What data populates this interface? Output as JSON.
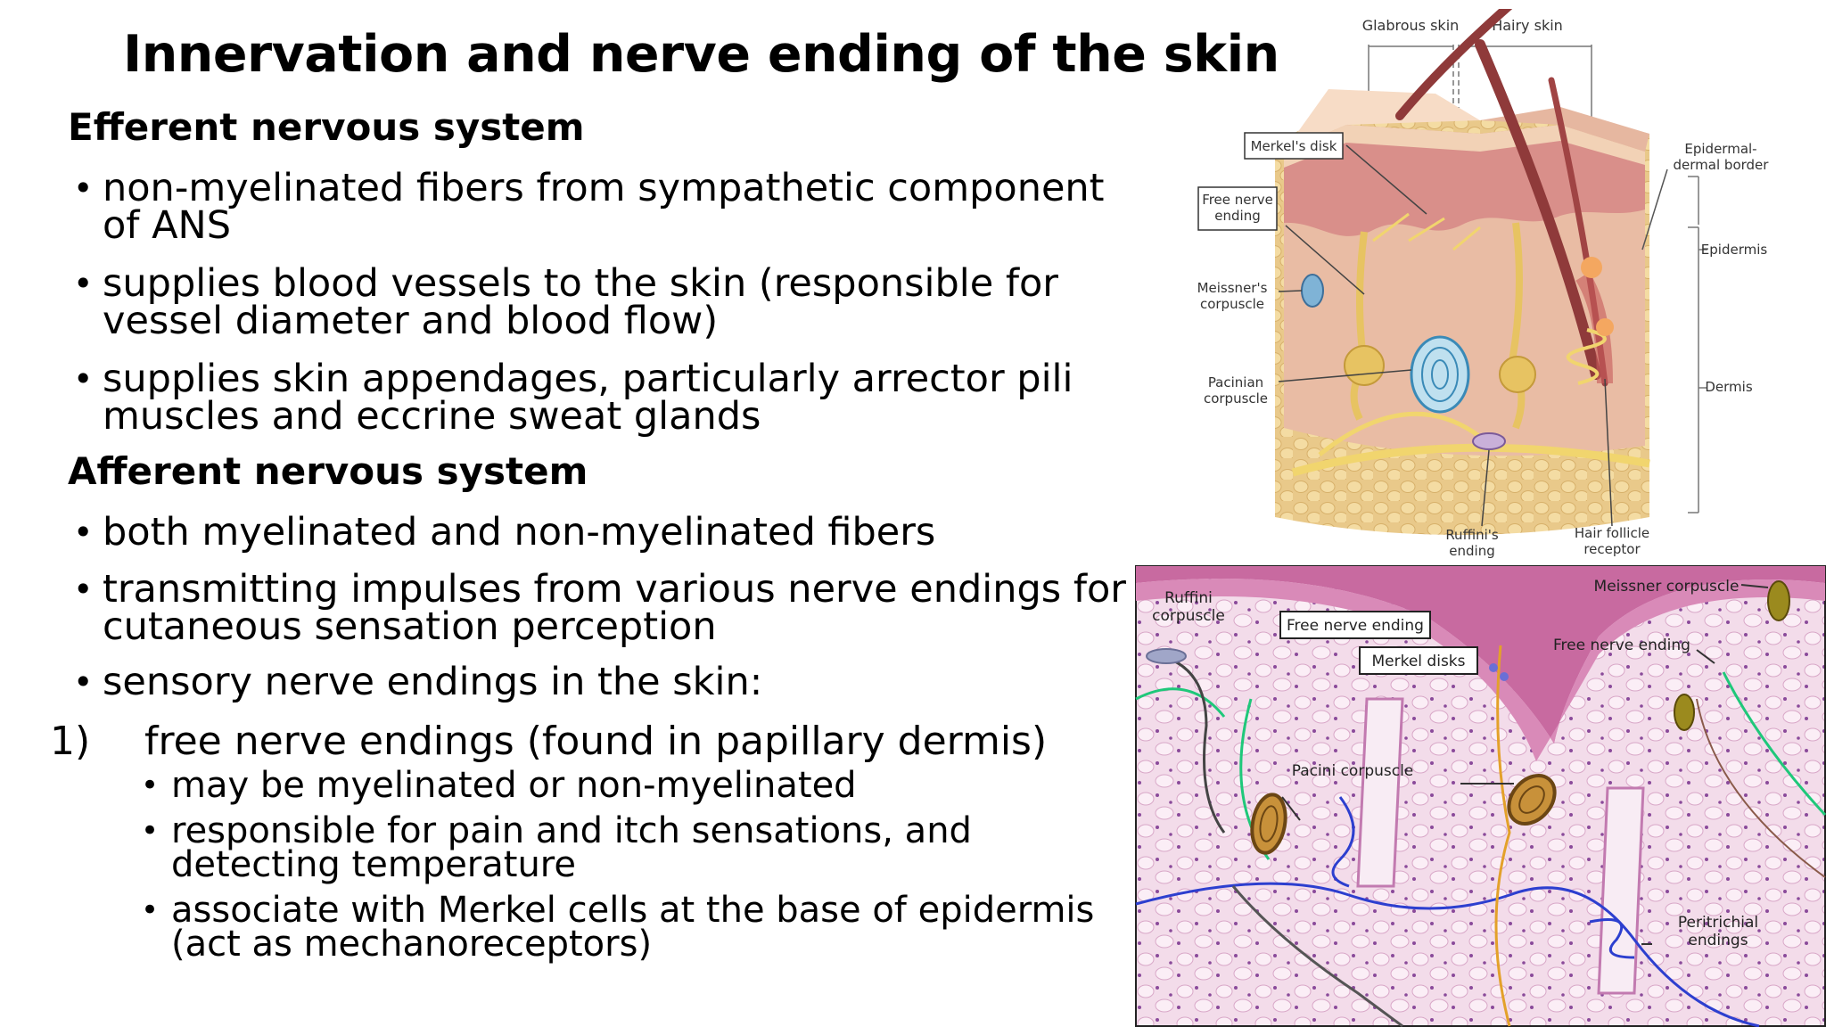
{
  "slide": {
    "title": "Innervation and nerve ending of the skin",
    "efferent": {
      "heading": "Efferent nervous system",
      "bullets": [
        {
          "l1": "non-myelinated fibers from sympathetic component",
          "l2": "of ANS"
        },
        {
          "l1": "supplies blood vessels to the skin (responsible for",
          "l2": "vessel diameter and blood flow)"
        },
        {
          "l1": "supplies skin appendages, particularly arrector pili",
          "l2": "muscles and eccrine sweat glands"
        }
      ]
    },
    "afferent": {
      "heading": "Afferent nervous system",
      "bullets": [
        {
          "l1": "both myelinated and non-myelinated fibers"
        },
        {
          "l1": "transmitting impulses from various nerve endings for",
          "l2": "cutaneous sensation perception"
        },
        {
          "l1": "sensory nerve endings in the skin:"
        }
      ],
      "numbered": {
        "num": "1)",
        "text": "free nerve endings (found in papillary dermis)",
        "subs": [
          {
            "l1": "may be myelinated or non-myelinated"
          },
          {
            "l1": "responsible for pain and itch sensations, and",
            "l2": "detecting temperature"
          },
          {
            "l1": "associate with Merkel cells at the base of epidermis",
            "l2": "(act as mechanoreceptors)"
          }
        ]
      }
    }
  },
  "diagram": {
    "glabrous": "Glabrous skin",
    "hairy": "Hairy skin",
    "merkel_disk": "Merkel's disk",
    "free_nerve_1": "Free nerve",
    "free_nerve_2": "ending",
    "meissner_1": "Meissner's",
    "meissner_2": "corpuscle",
    "pacinian_1": "Pacinian",
    "pacinian_2": "corpuscle",
    "ruffini_1": "Ruffini's",
    "ruffini_2": "ending",
    "hair_follicle_1": "Hair follicle",
    "hair_follicle_2": "receptor",
    "border_1": "Epidermal-",
    "border_2": "dermal border",
    "epidermis": "Epidermis",
    "dermis": "Dermis"
  },
  "histology": {
    "ruffini_1": "Ruffini",
    "ruffini_2": "corpuscle",
    "free_nerve_boxed": "Free nerve ending",
    "merkel_disks": "Merkel disks",
    "meissner": "Meissner corpuscle",
    "free_nerve": "Free nerve ending",
    "pacini": "Pacini corpuscle",
    "peritrichial_1": "Peritrichial",
    "peritrichial_2": "endings"
  }
}
